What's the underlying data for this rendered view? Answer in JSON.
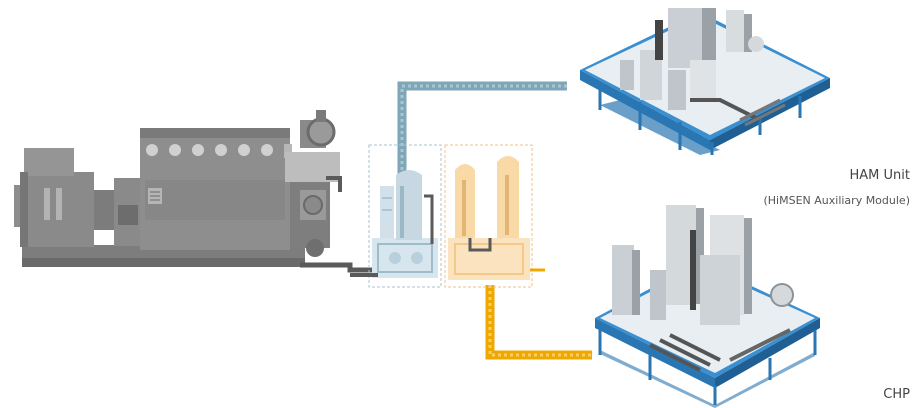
{
  "labels": {
    "ham_unit": "HAM Unit",
    "ham_unit_full": "(HiMSEN Auxiliary Module)",
    "chp": "CHP"
  },
  "colors": {
    "engine": "#8a8a8a",
    "engine_dark": "#6a6a6a",
    "pipe_blue": "#7fa6b7",
    "pipe_orange": "#f0a800",
    "module_blue_panel": "#c7d8e3",
    "module_orange_panel": "#f8d8a8",
    "platform_blue": "#3a8fd0"
  },
  "icons": {
    "engine": "diesel-engine-generator-icon",
    "ham": "ham-unit-module-icon",
    "chp": "chp-module-icon"
  }
}
